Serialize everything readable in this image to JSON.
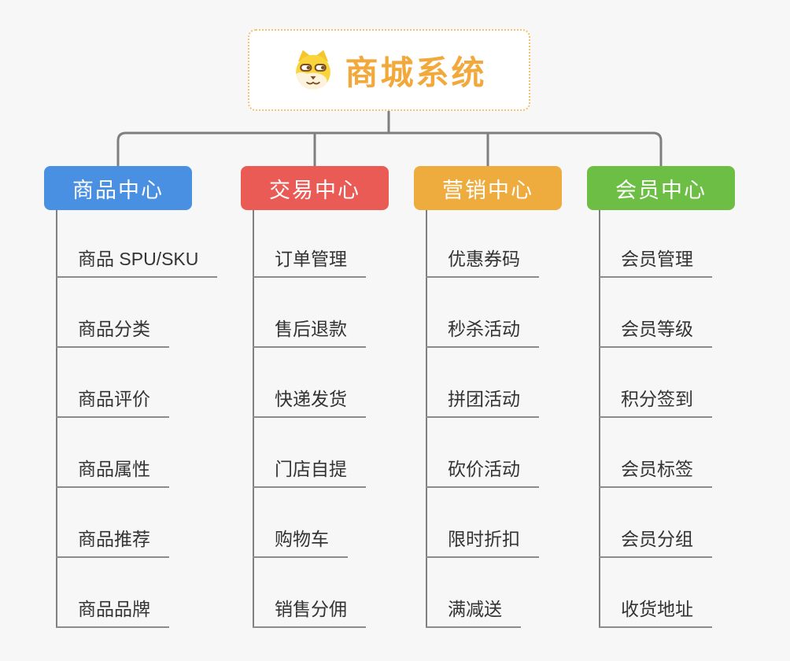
{
  "page": {
    "background": "#f7f7f7"
  },
  "connectors": {
    "color": "#7f7f7f"
  },
  "root": {
    "title": "商城系统",
    "icon": "dog-icon",
    "text_color": "#f2a93c",
    "border_color": "#f2c272"
  },
  "branches": [
    {
      "label": "商品中心",
      "color": "#4a90e2",
      "items": [
        "商品 SPU/SKU",
        "商品分类",
        "商品评价",
        "商品属性",
        "商品推荐",
        "商品品牌"
      ]
    },
    {
      "label": "交易中心",
      "color": "#ea5b55",
      "items": [
        "订单管理",
        "售后退款",
        "快递发货",
        "门店自提",
        "购物车",
        "销售分佣"
      ]
    },
    {
      "label": "营销中心",
      "color": "#eeac3e",
      "items": [
        "优惠券码",
        "秒杀活动",
        "拼团活动",
        "砍价活动",
        "限时折扣",
        "满减送"
      ]
    },
    {
      "label": "会员中心",
      "color": "#6cbe44",
      "items": [
        "会员管理",
        "会员等级",
        "积分签到",
        "会员标签",
        "会员分组",
        "收货地址"
      ]
    }
  ]
}
